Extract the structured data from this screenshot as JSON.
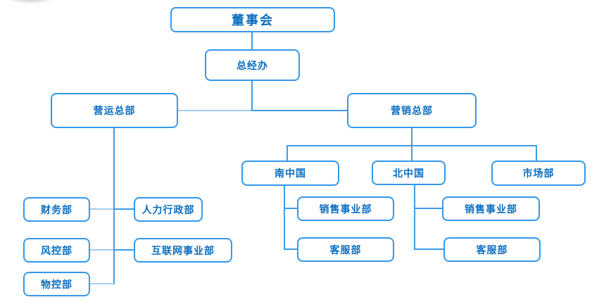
{
  "org_chart": {
    "nodes": {
      "board": {
        "label": "董事会"
      },
      "gm_office": {
        "label": "总经办"
      },
      "operations_hq": {
        "label": "营运总部"
      },
      "marketing_hq": {
        "label": "营销总部"
      },
      "finance": {
        "label": "财务部"
      },
      "hr_admin": {
        "label": "人力行政部"
      },
      "risk_control": {
        "label": "风控部"
      },
      "internet_division": {
        "label": "互联网事业部"
      },
      "material_control": {
        "label": "物控部"
      },
      "south_china": {
        "label": "南中国"
      },
      "north_china": {
        "label": "北中国"
      },
      "market_dept": {
        "label": "市场部"
      },
      "south_sales": {
        "label": "销售事业部"
      },
      "south_service": {
        "label": "客服部"
      },
      "north_sales": {
        "label": "销售事业部"
      },
      "north_service": {
        "label": "客服部"
      }
    },
    "hierarchy": [
      {
        "id": "board",
        "children": [
          {
            "id": "gm_office",
            "children": [
              {
                "id": "operations_hq",
                "children": [
                  {
                    "id": "finance"
                  },
                  {
                    "id": "hr_admin"
                  },
                  {
                    "id": "risk_control"
                  },
                  {
                    "id": "internet_division"
                  },
                  {
                    "id": "material_control"
                  }
                ]
              },
              {
                "id": "marketing_hq",
                "children": [
                  {
                    "id": "south_china",
                    "children": [
                      {
                        "id": "south_sales"
                      },
                      {
                        "id": "south_service"
                      }
                    ]
                  },
                  {
                    "id": "north_china",
                    "children": [
                      {
                        "id": "north_sales"
                      },
                      {
                        "id": "north_service"
                      }
                    ]
                  },
                  {
                    "id": "market_dept"
                  }
                ]
              }
            ]
          }
        ]
      }
    ],
    "colors": {
      "node_text": "#0a6dc0",
      "node_border": "#3498e8",
      "connector": "#3f9ce6",
      "connector_light": "#a3cdf0",
      "background": "#ffffff"
    }
  }
}
